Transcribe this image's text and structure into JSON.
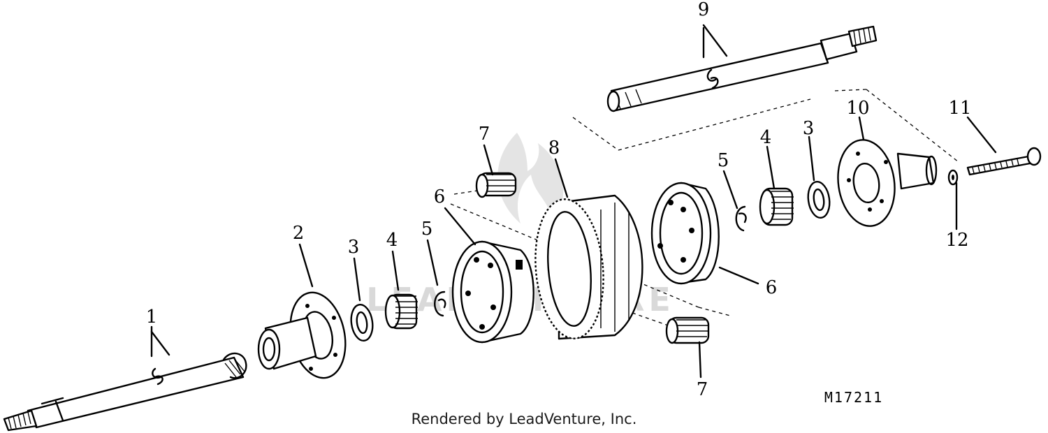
{
  "diagram": {
    "callouts": {
      "c1": "1",
      "c2": "2",
      "c3a": "3",
      "c4a": "4",
      "c5a": "5",
      "c6a": "6",
      "c7a": "7",
      "c8": "8",
      "c9": "9",
      "c5b": "5",
      "c4b": "4",
      "c3b": "3",
      "c10": "10",
      "c11": "11",
      "c12": "12",
      "c6b": "6",
      "c7b": "7"
    },
    "figure_code": "M17211",
    "watermark": "LEADVENTURE"
  },
  "footer": {
    "credit": "Rendered by LeadVenture, Inc."
  }
}
